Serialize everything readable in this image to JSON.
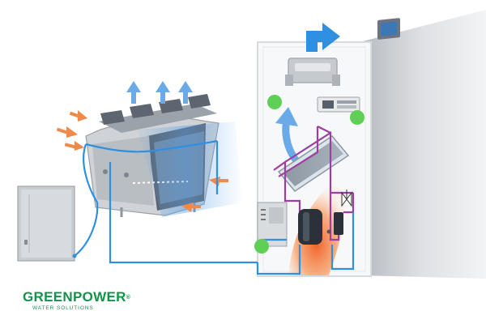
{
  "brand": {
    "name": "GREENPOWER",
    "registered_mark": "®",
    "tagline": "WATER SOLUTIONS",
    "color": "#14924a"
  },
  "colors": {
    "pipe": "#2f8fe0",
    "airflow": "#6aaae6",
    "warm_air": "#f08a4b",
    "heat_plume": "#f26a2a",
    "refrigerant_loop": "#9b3fa0",
    "indicator": "#5fcf55",
    "cabinet": "#c8cbcf",
    "unit_frame": "#f7f8f9"
  },
  "icons": [
    "airflow-up-arrow",
    "exhaust-arrow",
    "warm-air-arrow",
    "status-indicator",
    "expansion-valve-icon",
    "display-panel-icon"
  ]
}
